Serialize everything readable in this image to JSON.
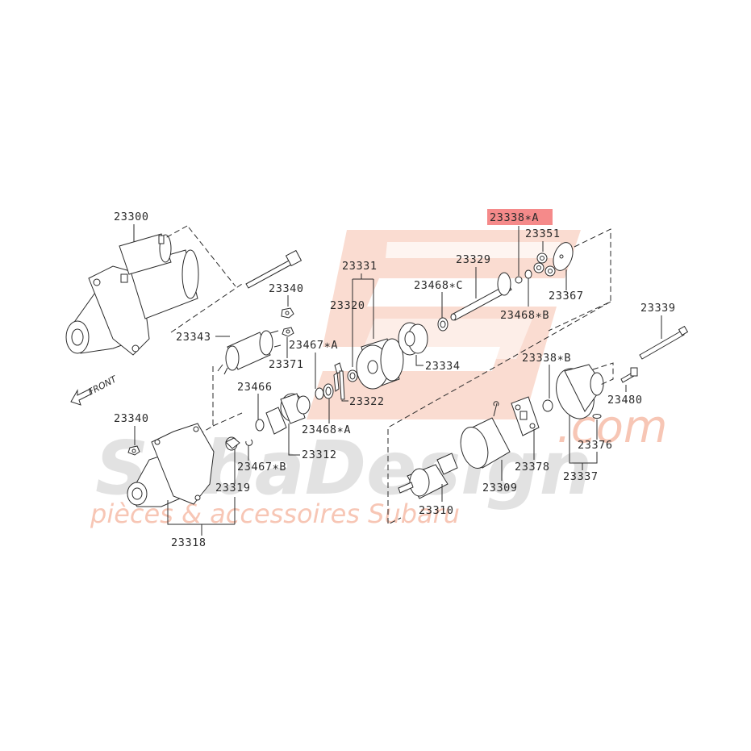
{
  "diagram": {
    "title": "Starter motor exploded parts diagram",
    "highlight_color": "#f58a8a",
    "orientation_label": "FRONT",
    "watermark": {
      "brand": "SubaDesign",
      "domain": ".com",
      "tagline": "pièces & accessoires Subaru"
    },
    "parts": [
      {
        "id": "p23300",
        "label": "23300"
      },
      {
        "id": "p23340a",
        "label": "23340"
      },
      {
        "id": "p23343",
        "label": "23343"
      },
      {
        "id": "p23371",
        "label": "23371"
      },
      {
        "id": "p23340b",
        "label": "23340"
      },
      {
        "id": "p23466",
        "label": "23466"
      },
      {
        "id": "p23467A",
        "label": "23467∗A"
      },
      {
        "id": "p23467B",
        "label": "23467∗B"
      },
      {
        "id": "p23312",
        "label": "23312"
      },
      {
        "id": "p23468A",
        "label": "23468∗A"
      },
      {
        "id": "p23319",
        "label": "23319"
      },
      {
        "id": "p23318",
        "label": "23318"
      },
      {
        "id": "p23331",
        "label": "23331"
      },
      {
        "id": "p23320",
        "label": "23320"
      },
      {
        "id": "p23322",
        "label": "23322"
      },
      {
        "id": "p23334",
        "label": "23334"
      },
      {
        "id": "p23468C",
        "label": "23468∗C"
      },
      {
        "id": "p23329",
        "label": "23329"
      },
      {
        "id": "p23338A",
        "label": "23338∗A",
        "highlighted": true
      },
      {
        "id": "p23351",
        "label": "23351"
      },
      {
        "id": "p23367",
        "label": "23367"
      },
      {
        "id": "p23468B",
        "label": "23468∗B"
      },
      {
        "id": "p23339",
        "label": "23339"
      },
      {
        "id": "p23338B",
        "label": "23338∗B"
      },
      {
        "id": "p23480",
        "label": "23480"
      },
      {
        "id": "p23376",
        "label": "23376"
      },
      {
        "id": "p23378",
        "label": "23378"
      },
      {
        "id": "p23337",
        "label": "23337"
      },
      {
        "id": "p23309",
        "label": "23309"
      },
      {
        "id": "p23310",
        "label": "23310"
      }
    ]
  }
}
